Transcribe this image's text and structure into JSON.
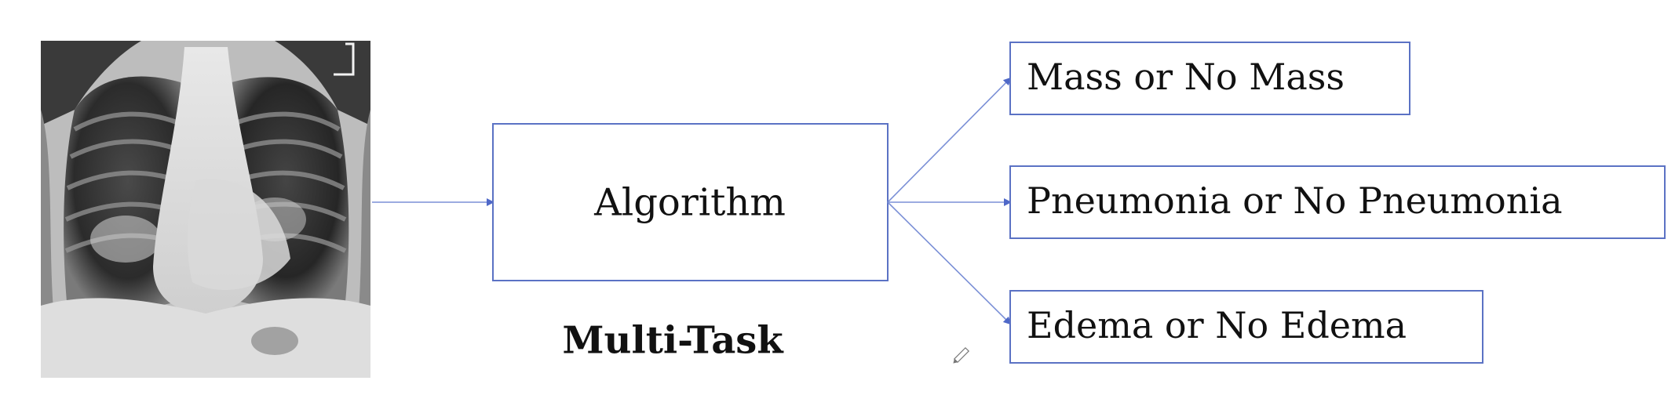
{
  "diagram": {
    "input_image": {
      "icon": "chest-xray-image"
    },
    "model_box": {
      "label": "Algorithm"
    },
    "caption": "Multi-Task",
    "outputs": [
      {
        "label": "Mass or No Mass"
      },
      {
        "label": "Pneumonia or No Pneumonia"
      },
      {
        "label": "Edema or No Edema"
      }
    ],
    "colors": {
      "box_border": "#5b72c4",
      "arrow": "#7a8fd6",
      "text": "#111111"
    }
  }
}
